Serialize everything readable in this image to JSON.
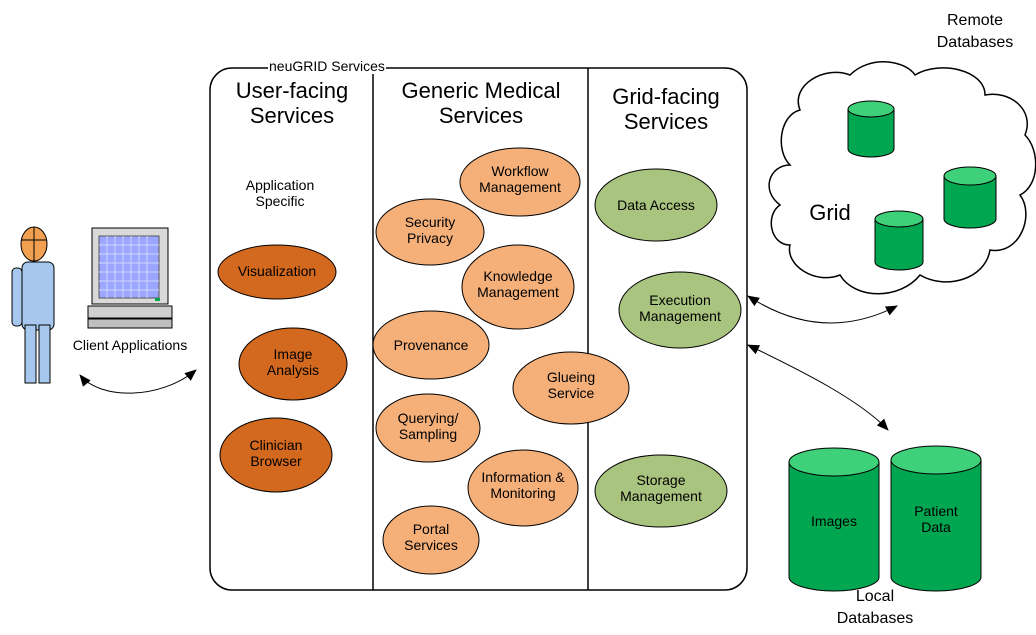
{
  "frame_title": "neuGRID Services",
  "columns": {
    "user_facing": "User-facing\nServices",
    "generic_medical": "Generic Medical\nServices",
    "grid_facing": "Grid-facing\nServices"
  },
  "application_specific": "Application\nSpecific",
  "user_services": [
    "Visualization",
    "Image\nAnalysis",
    "Clinician\nBrowser"
  ],
  "medical_services": {
    "workflow": "Workflow\nManagement",
    "security": "Security\nPrivacy",
    "knowledge": "Knowledge\nManagement",
    "provenance": "Provenance",
    "glueing": "Glueing\nService",
    "querying": "Querying/\nSampling",
    "information": "Information &\nMonitoring",
    "portal": "Portal\nServices"
  },
  "grid_services": {
    "data_access": "Data Access",
    "execution": "Execution\nManagement",
    "storage": "Storage\nManagement"
  },
  "client_applications": "Client Applications",
  "grid_label": "Grid",
  "remote_databases": "Remote\nDatabases",
  "local_databases": "Local\nDatabases",
  "db_images": "Images",
  "db_patient": "Patient\nData",
  "colors": {
    "user_ellipse": "#d2691e",
    "medical_ellipse": "#f5b07a",
    "grid_ellipse": "#a9c47f",
    "database": "#00a650",
    "monitor_screen": "#9aa6ff"
  }
}
